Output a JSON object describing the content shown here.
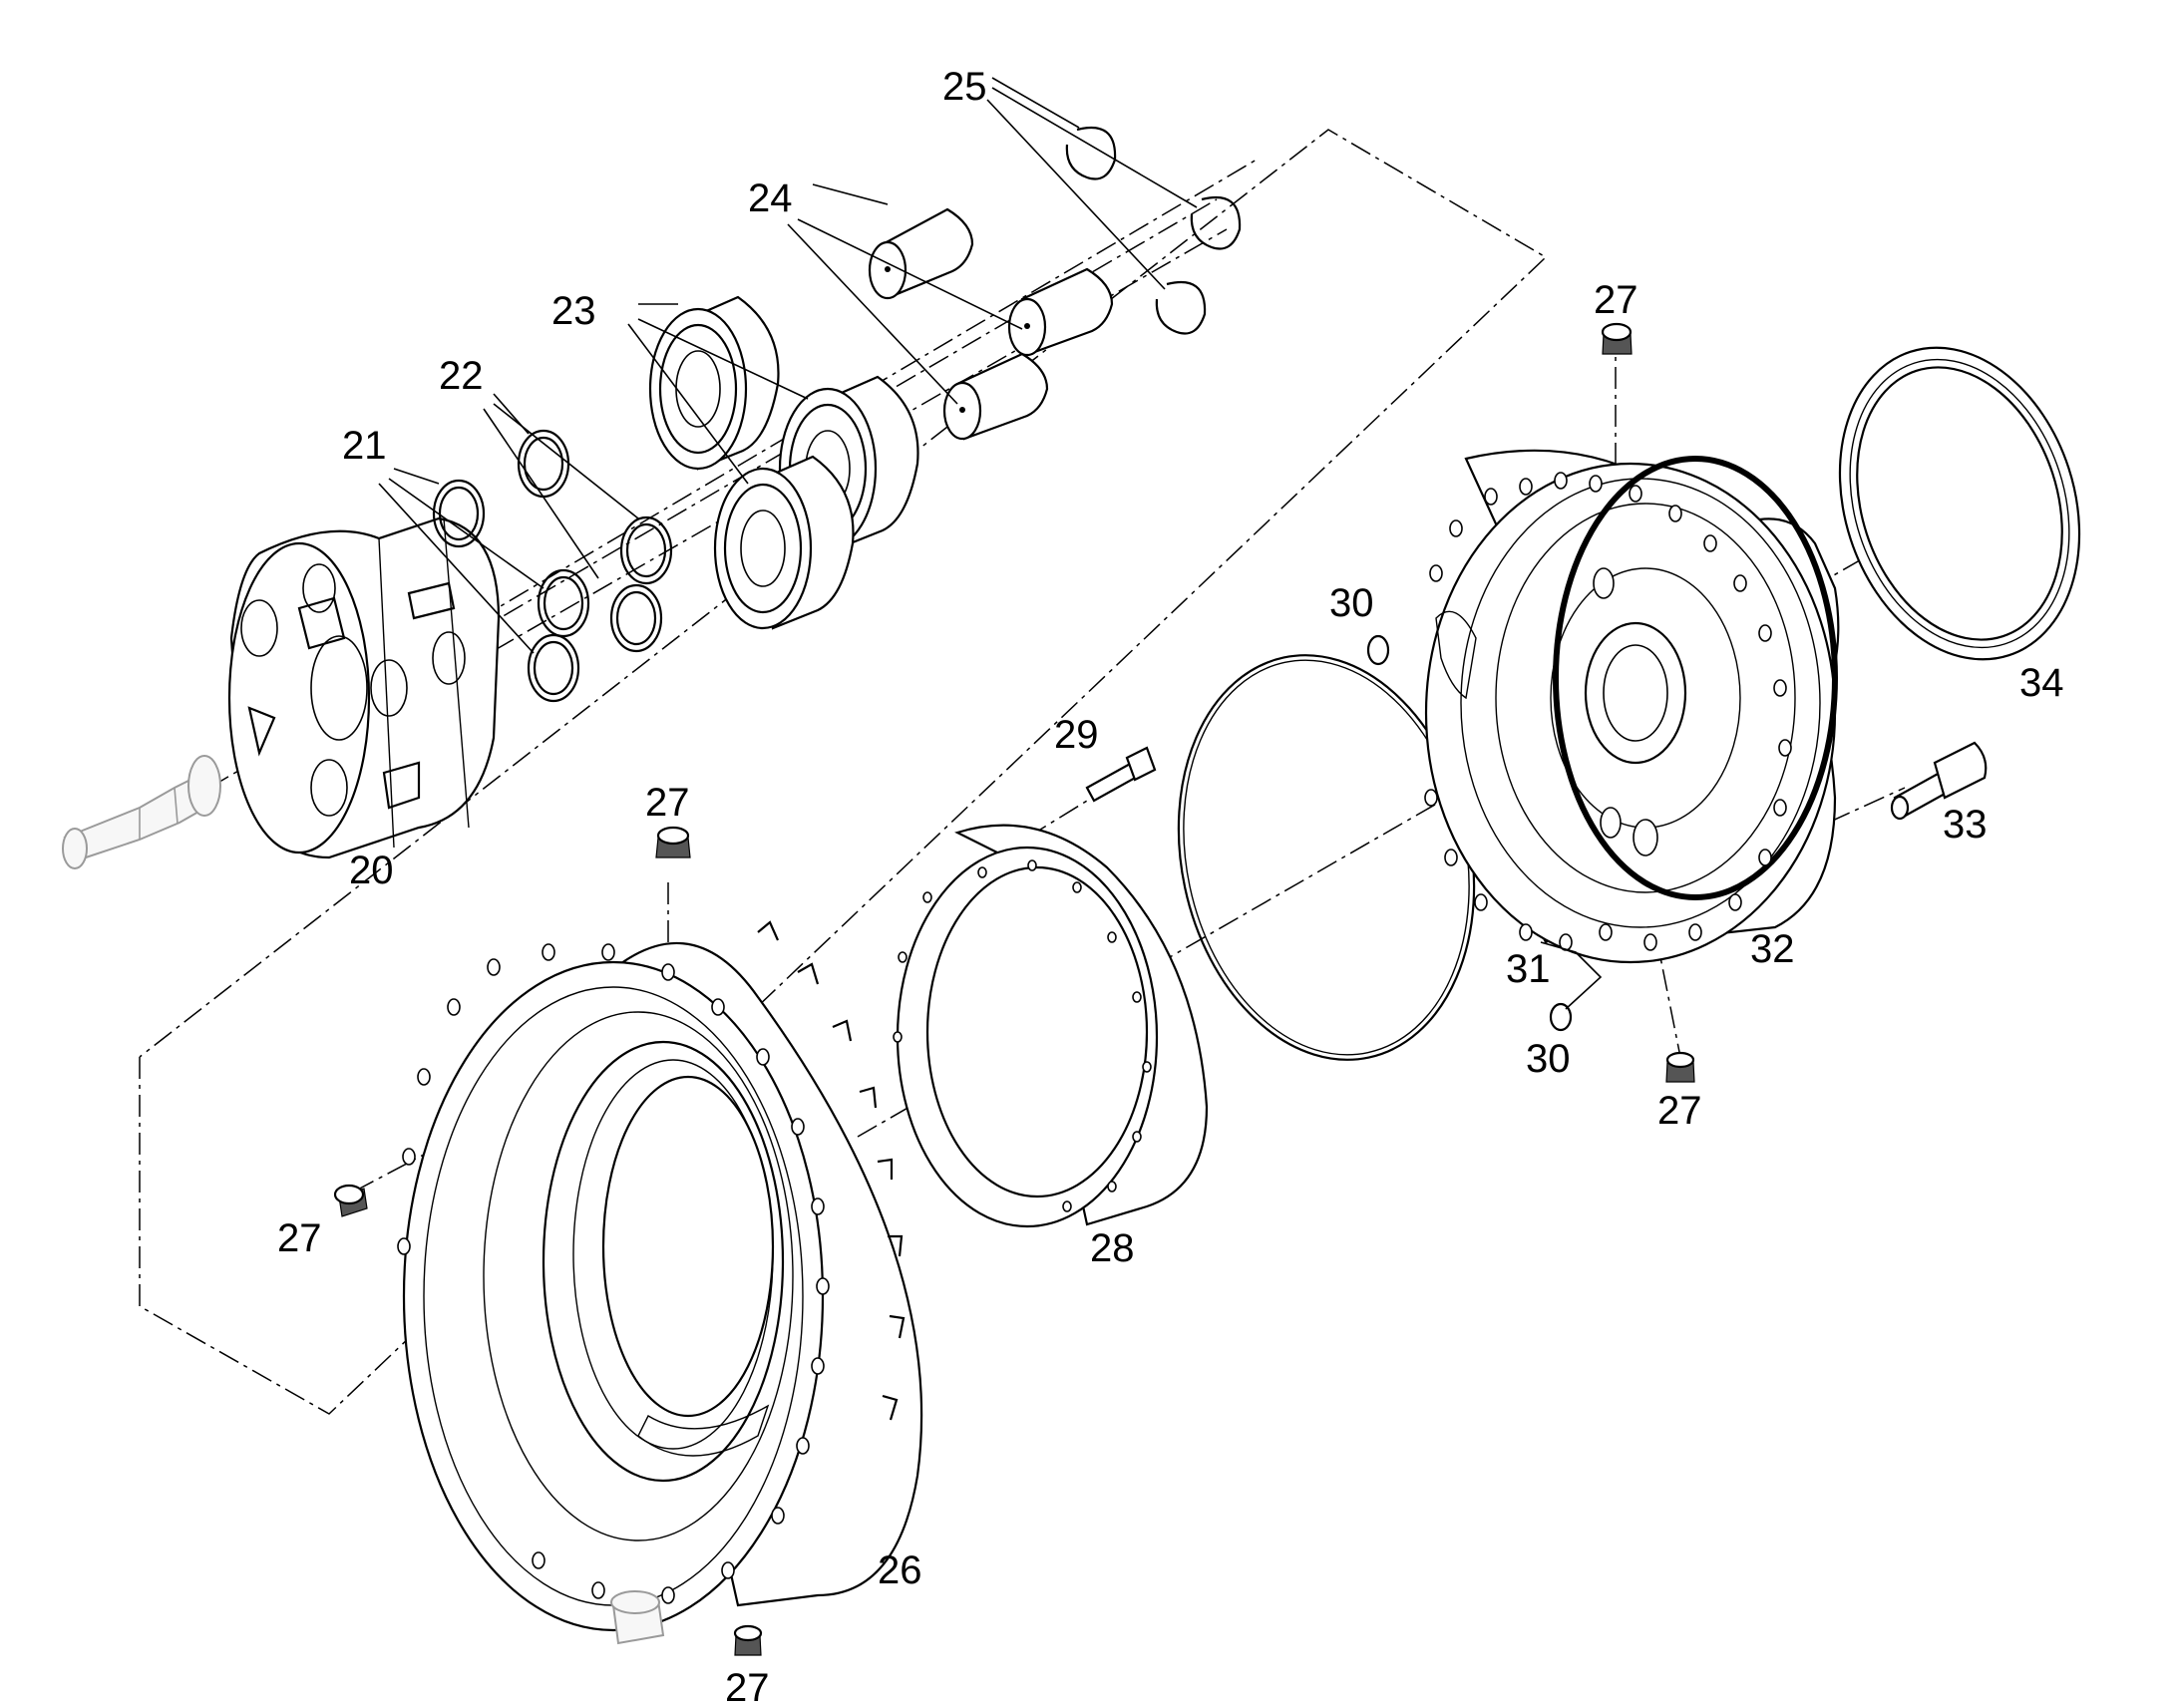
{
  "callouts": {
    "c20": "20",
    "c21": "21",
    "c22": "22",
    "c23": "23",
    "c24": "24",
    "c25": "25",
    "c26": "26",
    "c27a": "27",
    "c27b": "27",
    "c27c": "27",
    "c27d": "27",
    "c27e": "27",
    "c28": "28",
    "c29": "29",
    "c30a": "30",
    "c30b": "30",
    "c31": "31",
    "c32": "32",
    "c33": "33",
    "c34": "34"
  },
  "colors": {
    "line": "#000000",
    "ghost": "#9a9a9a",
    "background": "#ffffff"
  }
}
